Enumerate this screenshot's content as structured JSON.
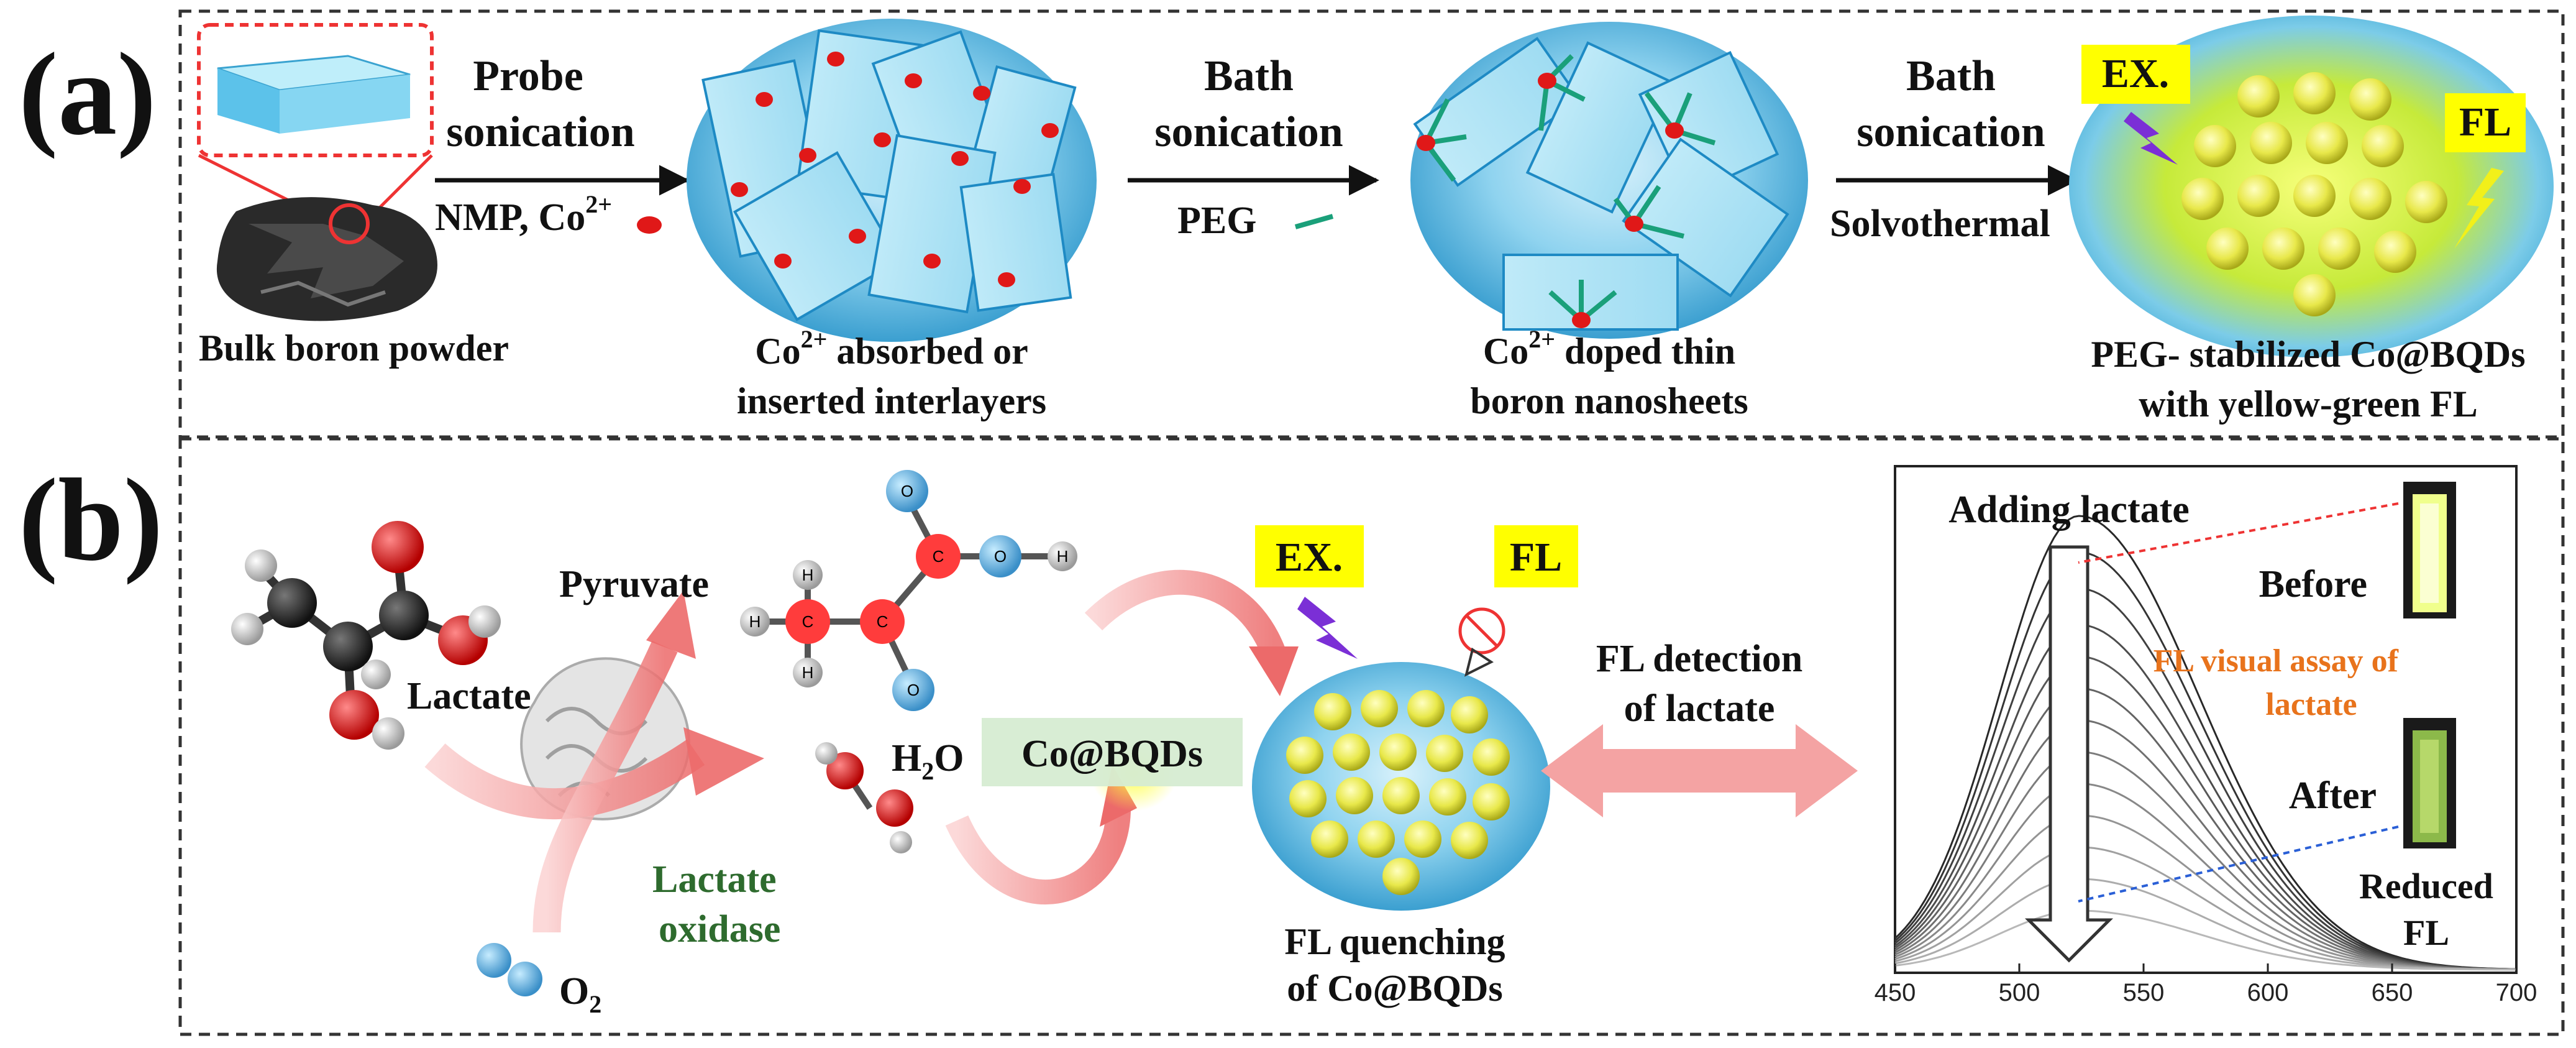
{
  "panel_a": {
    "label": "(a)",
    "step1": {
      "line1": "Probe",
      "line2": "sonication",
      "reagent": "NMP, Co",
      "reagent_sup": "2+"
    },
    "step2": {
      "line1": "Bath",
      "line2": "sonication",
      "reagent": "PEG"
    },
    "step3": {
      "line1": "Bath",
      "line2": "sonication",
      "reagent": "Solvothermal"
    },
    "cap_bulk": "Bulk boron powder",
    "cap_inter_a": "Co",
    "cap_inter_sup": "2+",
    "cap_inter_b": " absorbed or",
    "cap_inter_c": "inserted interlayers",
    "cap_doped_a": "Co",
    "cap_doped_sup": "2+",
    "cap_doped_b": " doped thin",
    "cap_doped_c": "boron nanosheets",
    "cap_final_1": "PEG- stabilized Co@BQDs",
    "cap_final_2": "with yellow-green FL",
    "badge_ex": "EX.",
    "badge_fl": "FL"
  },
  "panel_b": {
    "label": "(b)",
    "lactate": "Lactate",
    "pyruvate": "Pyruvate",
    "h2o_a": "H",
    "h2o_sub": "2",
    "h2o_b": "O",
    "o2_a": "O",
    "o2_sub": "2",
    "enzyme_1": "Lactate",
    "enzyme_2": "oxidase",
    "probe_box": "Co@BQDs",
    "badge_ex": "EX.",
    "badge_fl": "FL",
    "quench_1": "FL quenching",
    "quench_2": "of Co@BQDs",
    "detect_1": "FL detection",
    "detect_2": "of lactate",
    "atom_c": "C",
    "atom_h": "H",
    "atom_o": "O"
  },
  "spectrum": {
    "adding": "Adding lactate",
    "before": "Before",
    "after": "After",
    "visual_1": "FL visual assay of",
    "visual_2": "lactate",
    "reduced_1": "Reduced",
    "reduced_2": "FL",
    "colors": {
      "visual_text": "#e8731c",
      "enzyme_text": "#2e6b2e",
      "badge": "#ffff00"
    }
  },
  "chart_data": {
    "type": "line",
    "title": "",
    "xlabel": "",
    "ylabel": "",
    "x_ticks": [
      "450",
      "500",
      "550",
      "600",
      "650",
      "700"
    ],
    "xlim": [
      450,
      700
    ],
    "peak_wavelength": 524,
    "series_count": 13,
    "trend": "fluorescence intensity decreases as lactate is added",
    "series_relative_peak": [
      1.0,
      0.92,
      0.84,
      0.76,
      0.69,
      0.62,
      0.55,
      0.48,
      0.41,
      0.34,
      0.27,
      0.2,
      0.13
    ]
  }
}
